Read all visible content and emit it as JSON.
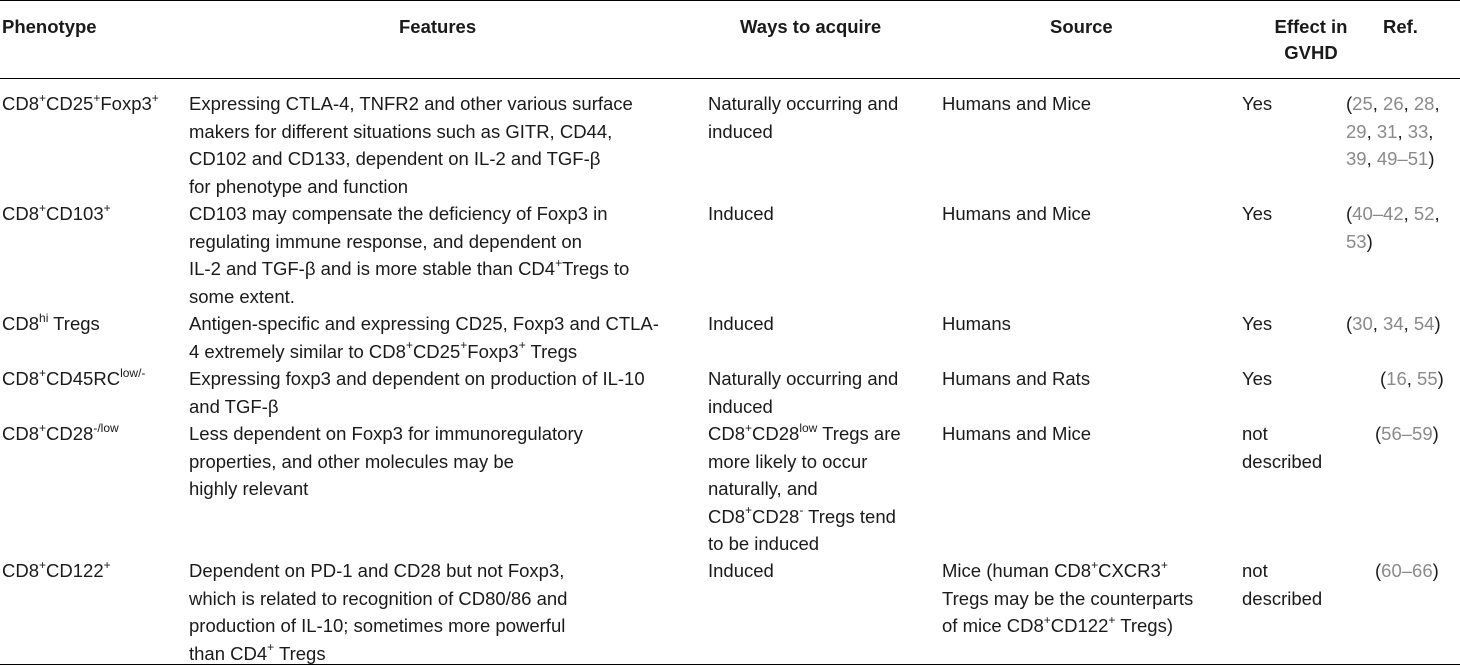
{
  "headers": {
    "phenotype": "Phenotype",
    "features": "Features",
    "ways": "Ways to acquire",
    "source": "Source",
    "effect_line1": "Effect in",
    "effect_line2": "GVHD",
    "ref": "Ref."
  },
  "rows": [
    {
      "phenotype": {
        "base": "CD8",
        "sup1": "+",
        "mid": "CD25",
        "sup2": "+",
        "tail": "Foxp3",
        "sup3": "+"
      },
      "features": [
        "Expressing CTLA-4, TNFR2 and other various surface",
        "makers for different situations such as GITR, CD44,",
        "CD102 and CD133, dependent on IL-2 and TGF-β",
        "for phenotype and function"
      ],
      "ways": [
        "Naturally occurring and",
        "induced"
      ],
      "source": [
        "Humans and Mice"
      ],
      "effect": [
        "Yes"
      ],
      "ref": [
        "(25, 26, 28,",
        "29, 31, 33,",
        "39, 49–51)"
      ]
    },
    {
      "phenotype": {
        "base": "CD8",
        "sup1": "+",
        "mid": "CD103",
        "sup2": "+"
      },
      "features": [
        "CD103 may compensate the deficiency of Foxp3 in",
        "regulating immune response, and dependent on",
        "IL-2 and TGF-β and is more stable than CD4",
        "+",
        "Tregs to",
        "some extent."
      ],
      "ways": [
        "Induced"
      ],
      "source": [
        "Humans and Mice"
      ],
      "effect": [
        "Yes"
      ],
      "ref": [
        "(40–42, 52,",
        "53)"
      ]
    },
    {
      "phenotype": {
        "base": "CD8",
        "sup1": "hi",
        "mid": " Tregs"
      },
      "features": [
        "Antigen-specific and expressing CD25, Foxp3 and CTLA-",
        "4 extremely similar to CD8",
        "+",
        "CD25",
        "+",
        "Foxp3",
        "+",
        " Tregs"
      ],
      "ways": [
        "Induced"
      ],
      "source": [
        "Humans"
      ],
      "effect": [
        "Yes"
      ],
      "ref": [
        "(30, 34, 54)"
      ]
    },
    {
      "phenotype": {
        "base": "CD8",
        "sup1": "+",
        "mid": "CD45RC",
        "sup2": "low/-"
      },
      "features": [
        "Expressing foxp3 and dependent on production of IL-10",
        "and TGF-β"
      ],
      "ways": [
        "Naturally occurring and",
        "induced"
      ],
      "source": [
        "Humans and Rats"
      ],
      "effect": [
        "Yes"
      ],
      "ref": [
        "(16, 55)"
      ]
    },
    {
      "phenotype": {
        "base": "CD8",
        "sup1": "+",
        "mid": "CD28",
        "sup2": "-/low"
      },
      "features": [
        "Less dependent on Foxp3 for immunoregulatory",
        "properties, and other molecules may be",
        "highly relevant"
      ],
      "ways": [
        "CD8",
        "+",
        "CD28",
        "low",
        " Tregs are",
        "more likely to occur",
        "naturally, and",
        "CD8",
        "+",
        "CD28",
        "-",
        " Tregs tend",
        "to be induced"
      ],
      "source": [
        "Humans and Mice"
      ],
      "effect": [
        "not",
        "described"
      ],
      "ref": [
        "(56–59)"
      ]
    },
    {
      "phenotype": {
        "base": "CD8",
        "sup1": "+",
        "mid": "CD122",
        "sup2": "+"
      },
      "features": [
        "Dependent on PD-1 and CD28 but not Foxp3,",
        "which is related to recognition of CD80/86 and",
        "production of IL-10; sometimes more powerful",
        "than CD4",
        "+",
        " Tregs"
      ],
      "ways": [
        "Induced"
      ],
      "source": [
        "Mice (human CD8",
        "+",
        "CXCR3",
        "+",
        "Tregs may be the counterparts",
        "of mice CD8",
        "+",
        "CD122",
        "+",
        " Tregs)"
      ],
      "effect": [
        "not",
        "described"
      ],
      "ref": [
        "(60–66)"
      ]
    }
  ]
}
